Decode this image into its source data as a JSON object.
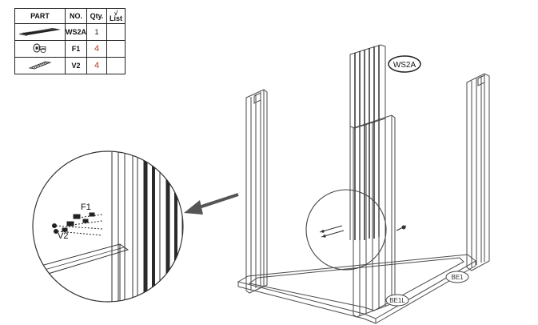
{
  "table": {
    "headers": {
      "part": "PART",
      "no": "NO.",
      "qty": "Qty.",
      "list_mark": "√",
      "list": "List"
    },
    "rows": [
      {
        "icon": "panel-part-icon",
        "no": "WS2A",
        "qty": "1",
        "qty_color": "#111111"
      },
      {
        "icon": "screw-washer-icon",
        "no": "F1",
        "qty": "4",
        "qty_color": "#c0392b"
      },
      {
        "icon": "nut-strip-icon",
        "no": "V2",
        "qty": "4",
        "qty_color": "#c0392b"
      }
    ]
  },
  "callouts": {
    "panel": "WS2A",
    "detail_screw": "F1",
    "detail_nut": "V2",
    "base_right": "BE1",
    "base_front": "BE1L"
  },
  "colors": {
    "line": "#4a4a4a",
    "panel_dark": "#3a3a3a",
    "arrow": "#555555"
  }
}
